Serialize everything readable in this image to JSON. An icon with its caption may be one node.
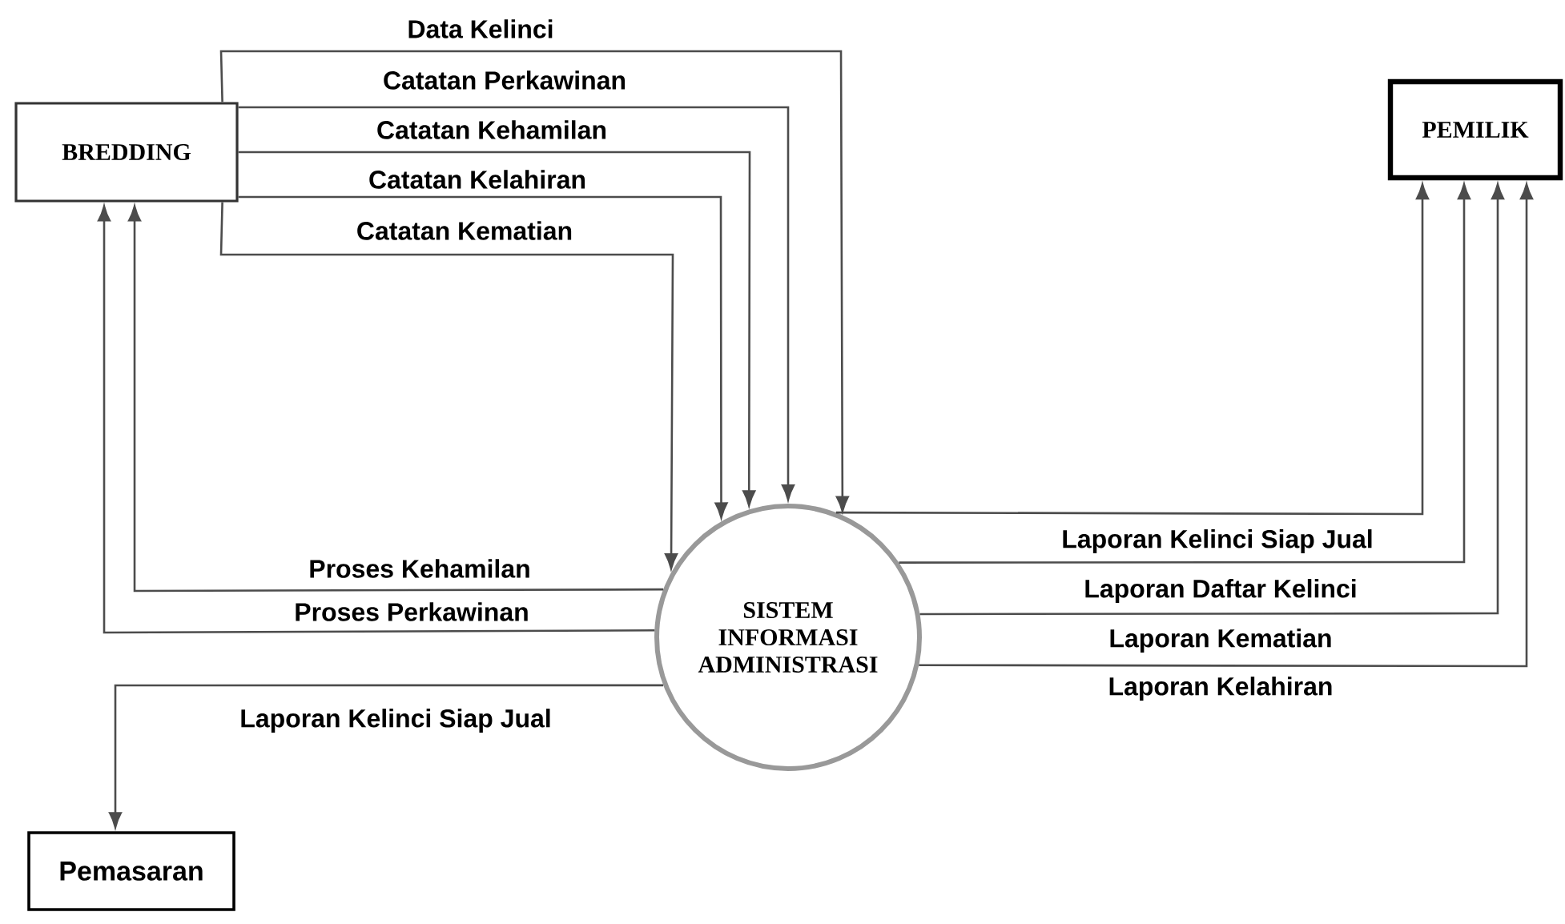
{
  "diagram": {
    "nodes": [
      {
        "text": [
          "BREDDING"
        ]
      },
      {
        "text": [
          "PEMILIK"
        ]
      },
      {
        "text": [
          "SISTEM INFORMASI ADMINISTRASI"
        ]
      },
      {
        "text": [
          "Pemasaran"
        ]
      }
    ],
    "edges": [
      {
        "from": 0,
        "to": 2,
        "arrow": "to",
        "label": "Data Kelinci"
      },
      {
        "from": 0,
        "to": 2,
        "arrow": "to",
        "label": "Catatan Perkawinan"
      },
      {
        "from": 0,
        "to": 2,
        "arrow": "to",
        "label": "Catatan Kehamilan"
      },
      {
        "from": 0,
        "to": 2,
        "arrow": "to",
        "label": "Catatan Kelahiran"
      },
      {
        "from": 0,
        "to": 2,
        "arrow": "to",
        "label": "Catatan Kematian"
      },
      {
        "from": 2,
        "to": 0,
        "arrow": "to",
        "label": "Proses Kehamilan"
      },
      {
        "from": 2,
        "to": 0,
        "arrow": "to",
        "label": "Proses Perkawinan"
      },
      {
        "from": 2,
        "to": 3,
        "arrow": "to",
        "label": "Laporan Kelinci Siap Jual"
      },
      {
        "from": 2,
        "to": 1,
        "arrow": "to",
        "label": "Laporan Kelinci Siap Jual"
      },
      {
        "from": 2,
        "to": 1,
        "arrow": "to",
        "label": "Laporan Daftar Kelinci"
      },
      {
        "from": 2,
        "to": 1,
        "arrow": "to",
        "label": "Laporan Kematian"
      },
      {
        "from": 2,
        "to": 1,
        "arrow": "to",
        "label": "Laporan Kelahiran"
      }
    ]
  }
}
